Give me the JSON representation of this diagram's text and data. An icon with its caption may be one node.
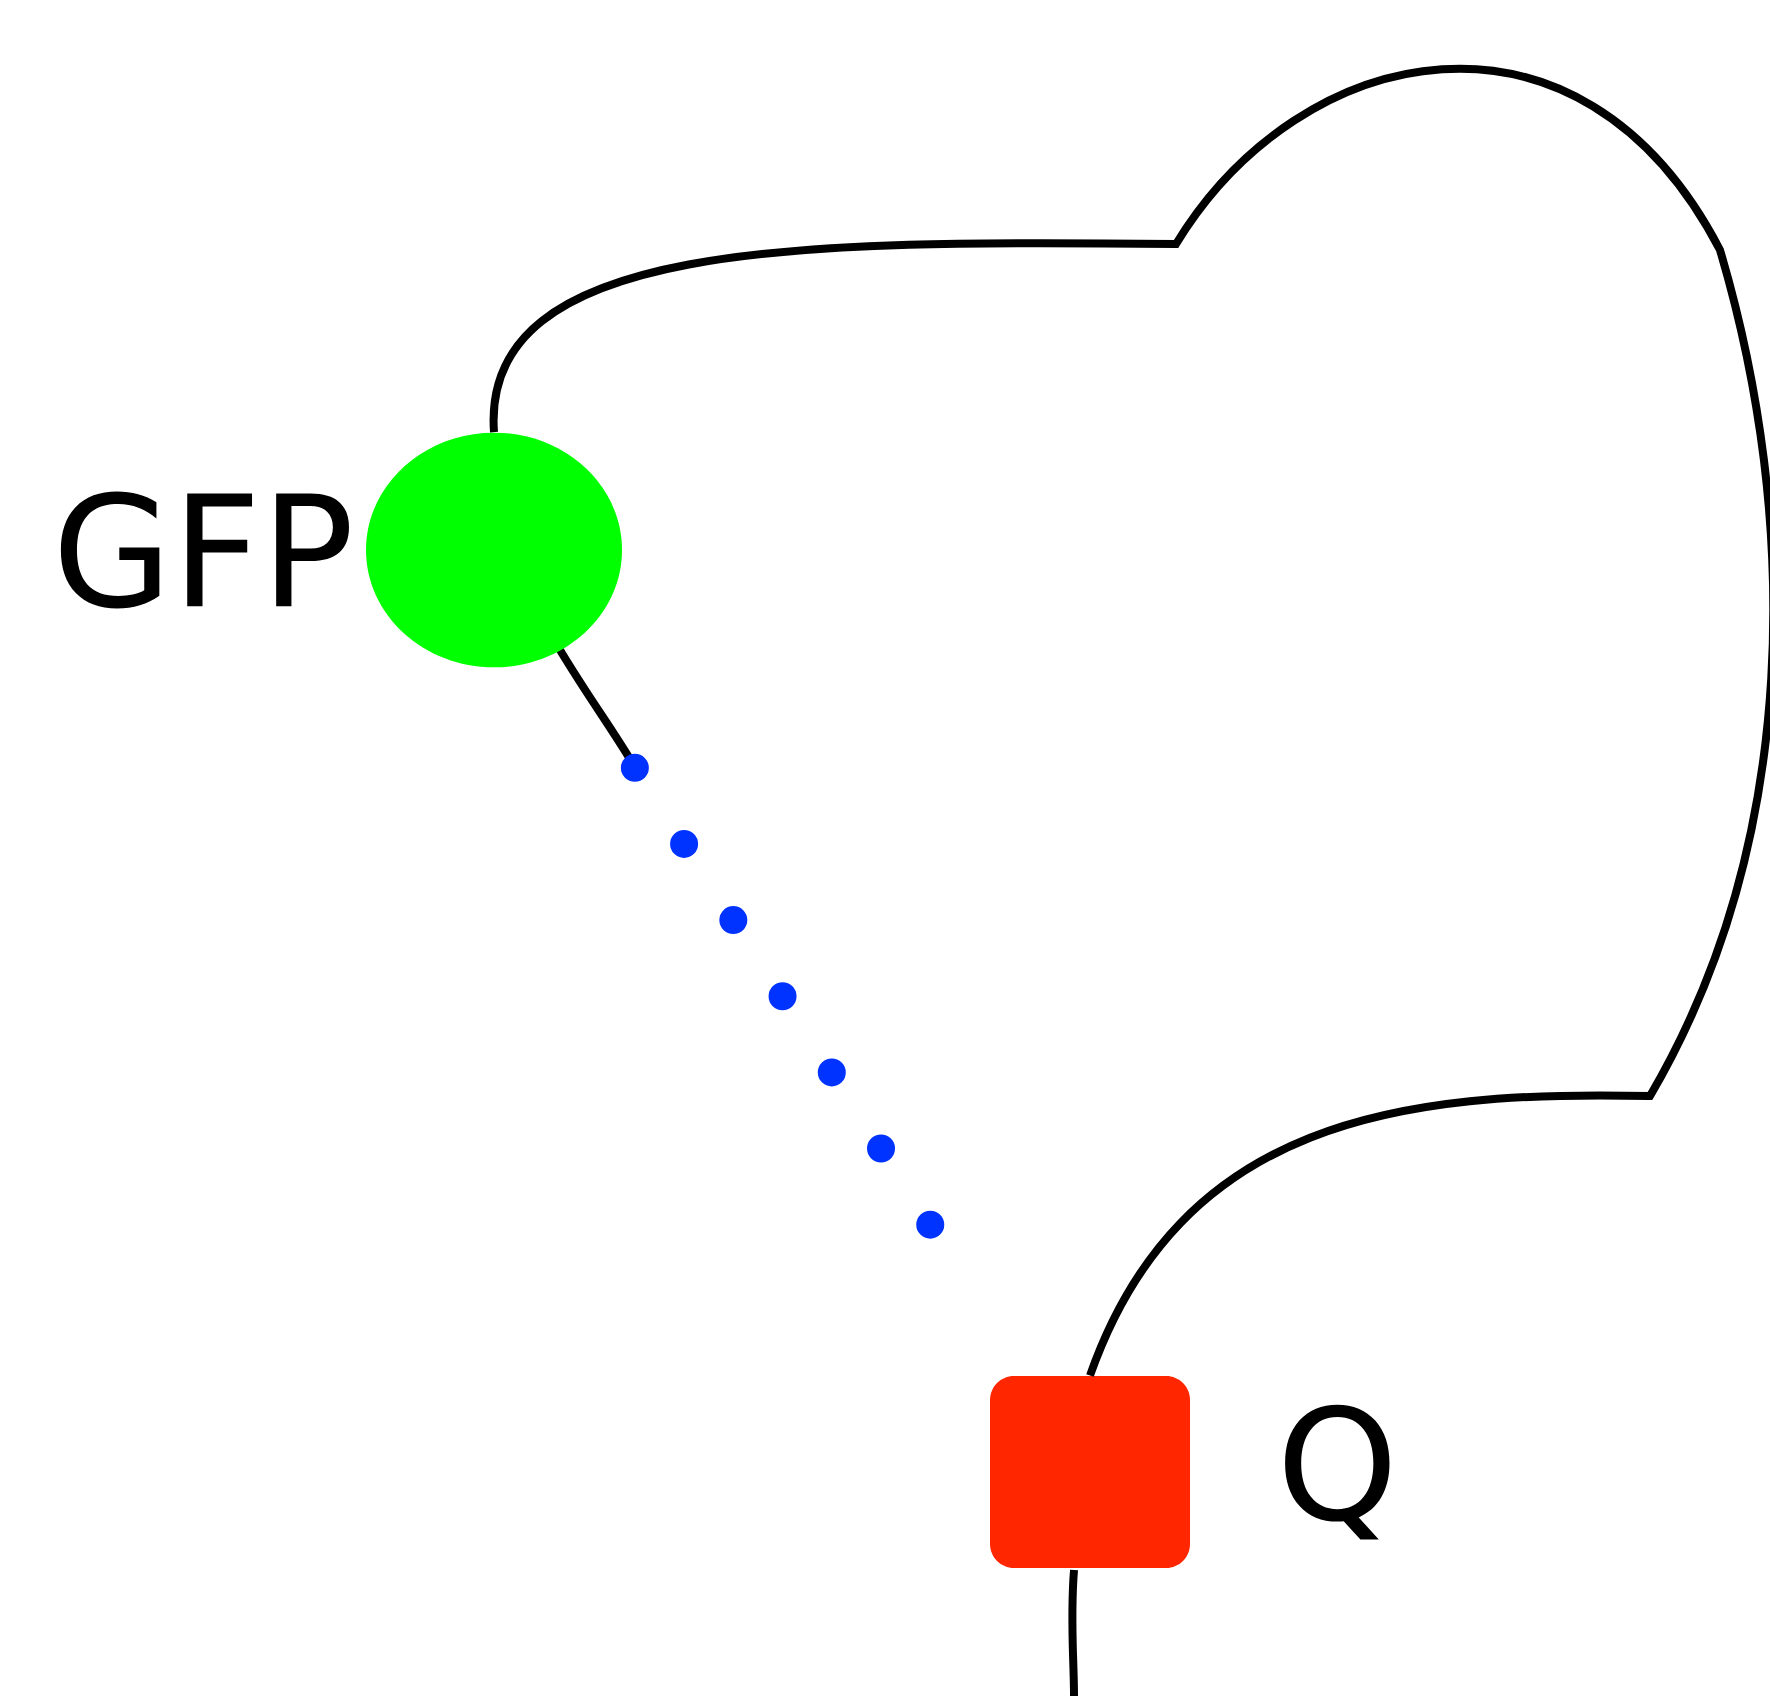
{
  "diagram": {
    "nodes": [
      {
        "text": [
          "GFP"
        ]
      },
      {
        "text": [
          "Q"
        ]
      }
    ],
    "edges": [
      {
        "from": 0,
        "to": 1,
        "arrow": "none"
      },
      {
        "from": 0,
        "to": 1,
        "arrow": "none",
        "style": "dashed",
        "color": "#0033ff"
      }
    ]
  }
}
